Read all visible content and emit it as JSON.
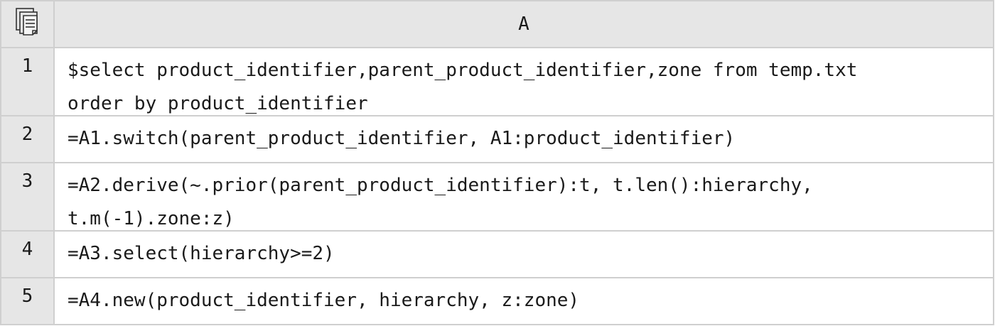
{
  "sheet": {
    "column_header": "A",
    "corner_icon": "cell-set-icon",
    "rows": [
      {
        "num": "1",
        "code": "$select product_identifier,parent_product_identifier,zone from temp.txt\norder by product_identifier"
      },
      {
        "num": "2",
        "code": "=A1.switch(parent_product_identifier, A1:product_identifier)"
      },
      {
        "num": "3",
        "code": "=A2.derive(~.prior(parent_product_identifier):t, t.len():hierarchy,\nt.m(-1).zone:z)"
      },
      {
        "num": "4",
        "code": "=A3.select(hierarchy>=2)"
      },
      {
        "num": "5",
        "code": "=A4.new(product_identifier, hierarchy, z:zone)"
      }
    ]
  }
}
